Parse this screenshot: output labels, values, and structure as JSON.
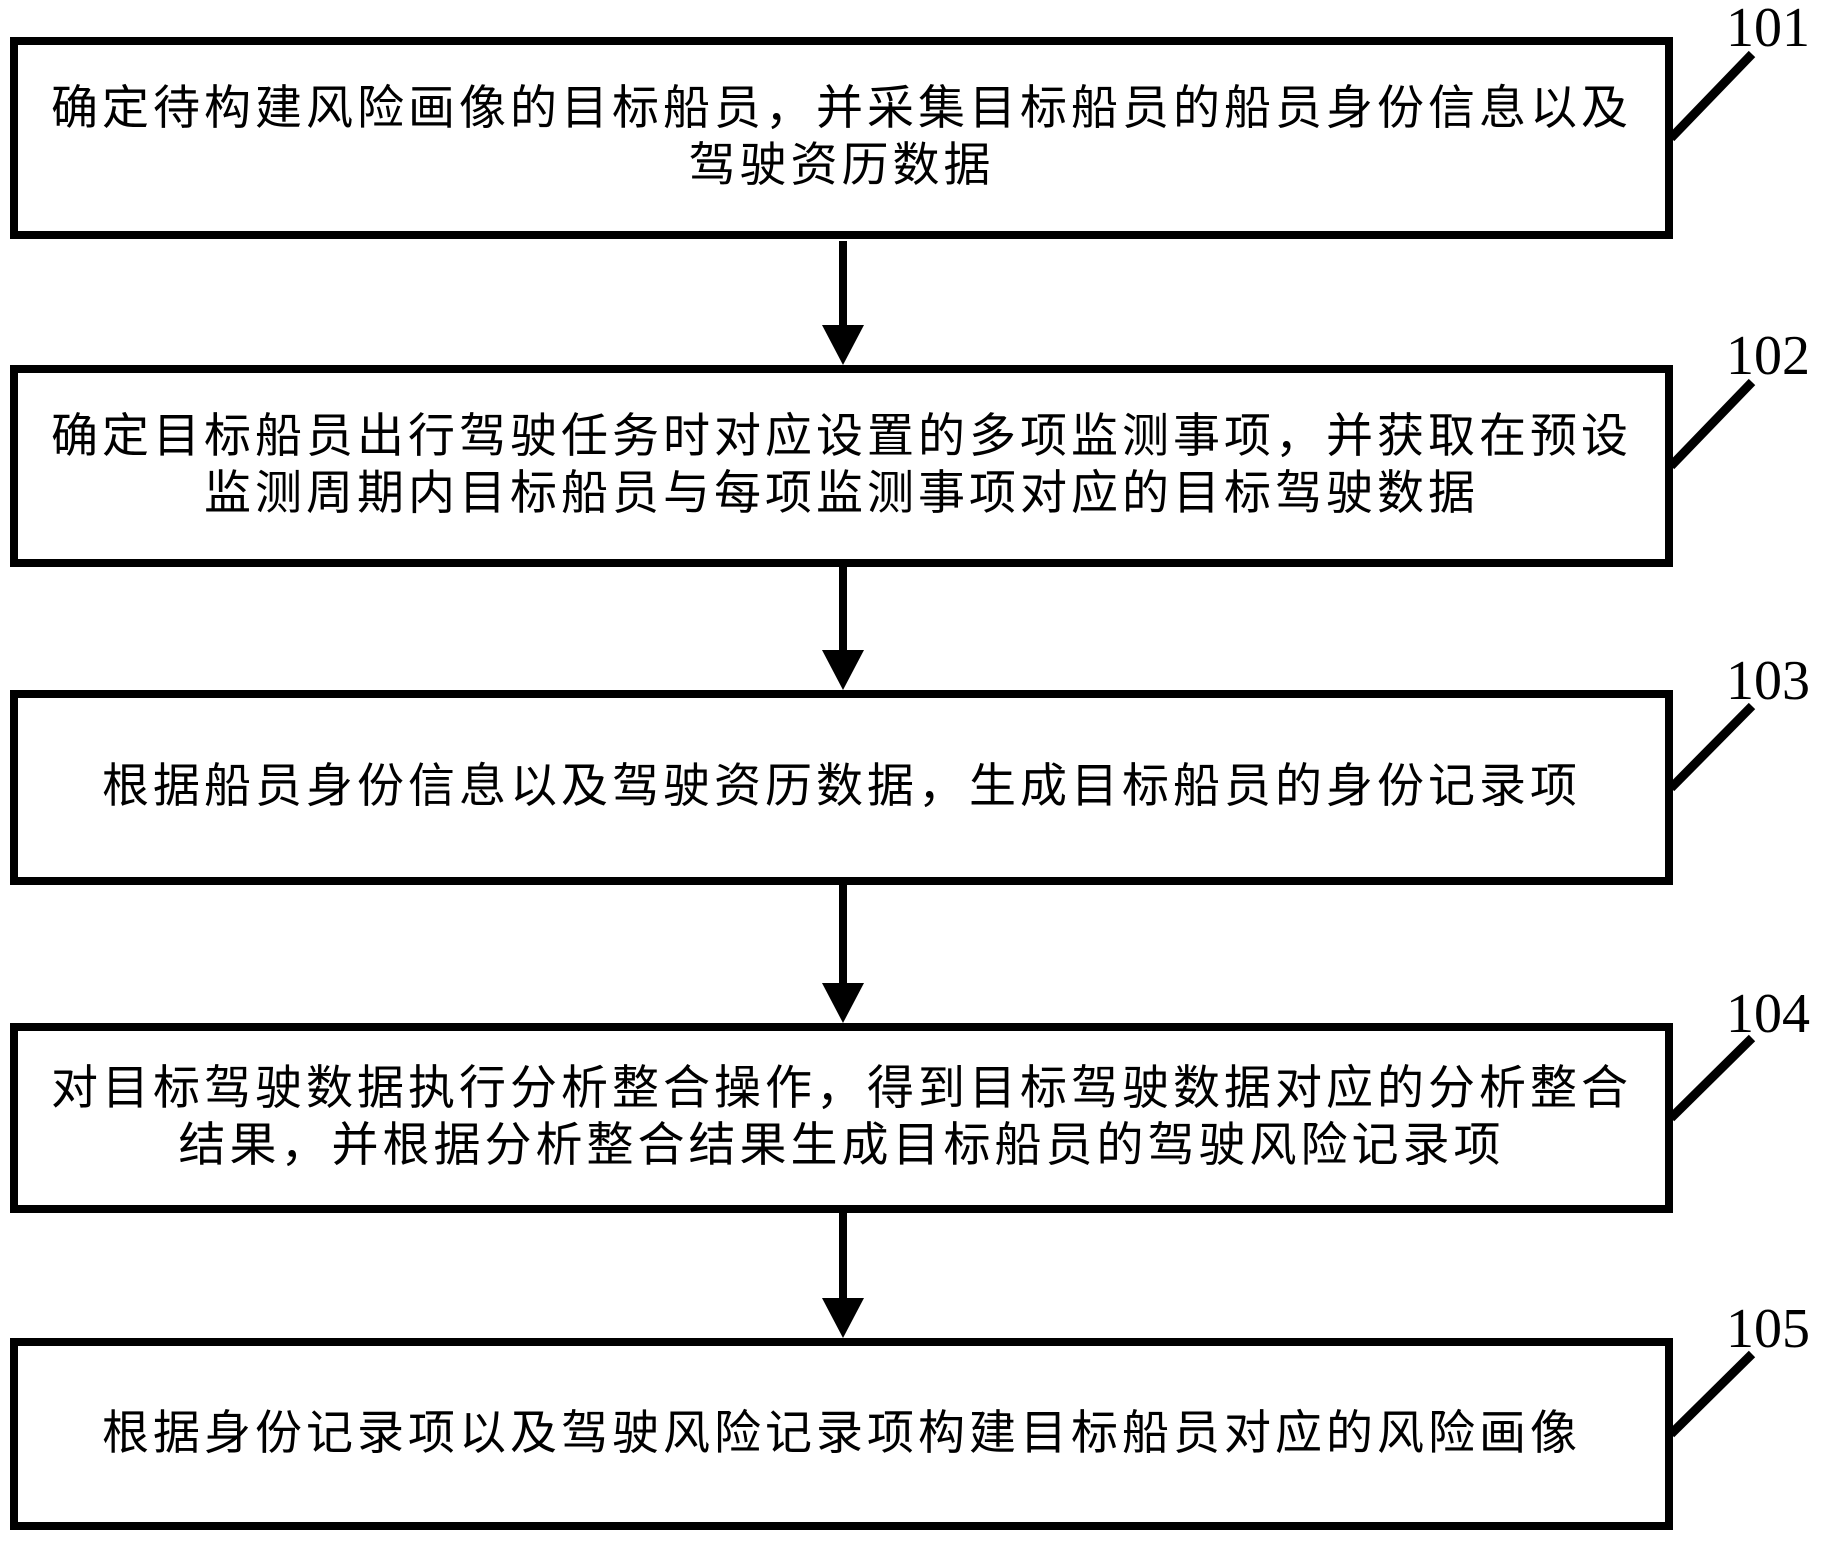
{
  "figure": {
    "background_color": "#ffffff",
    "line_color": "#000000",
    "steps": [
      {
        "label": "101",
        "lines": [
          "确定待构建风险画像的目标船员，并采集目标船员的船员身份信息以及",
          "驾驶资历数据"
        ]
      },
      {
        "label": "102",
        "lines": [
          "确定目标船员出行驾驶任务时对应设置的多项监测事项，并获取在预设",
          "监测周期内目标船员与每项监测事项对应的目标驾驶数据"
        ]
      },
      {
        "label": "103",
        "lines": [
          "根据船员身份信息以及驾驶资历数据，生成目标船员的身份记录项"
        ]
      },
      {
        "label": "104",
        "lines": [
          "对目标驾驶数据执行分析整合操作，得到目标驾驶数据对应的分析整合",
          "结果，并根据分析整合结果生成目标船员的驾驶风险记录项"
        ]
      },
      {
        "label": "105",
        "lines": [
          "根据身份记录项以及驾驶风险记录项构建目标船员对应的风险画像"
        ]
      }
    ]
  }
}
